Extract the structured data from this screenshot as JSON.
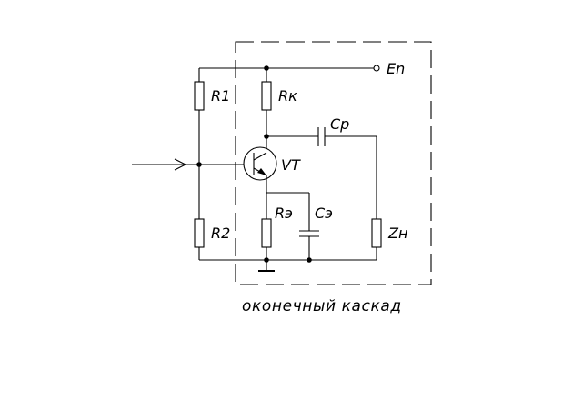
{
  "labels": {
    "supply": "En",
    "r1": "R1",
    "r2": "R2",
    "rk": "Rк",
    "re": "Rэ",
    "ce": "Cэ",
    "cp": "Cр",
    "zn": "Zн",
    "vt": "VT"
  },
  "caption": "оконечный каскад"
}
